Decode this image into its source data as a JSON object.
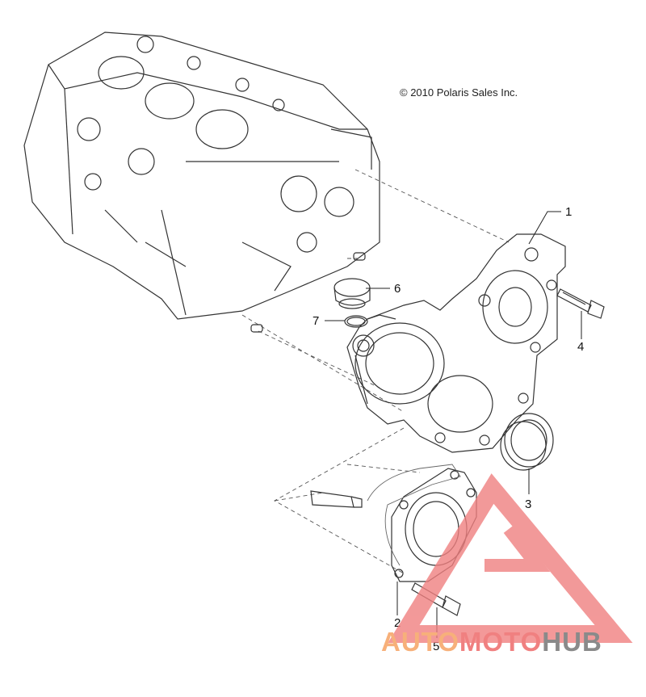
{
  "copyright": "© 2010 Polaris Sales Inc.",
  "callouts": {
    "c1": "1",
    "c2": "2",
    "c3": "3",
    "c4": "4",
    "c5": "5",
    "c6": "6",
    "c7": "7"
  },
  "watermark": {
    "part1": "AUTO",
    "part2": "MOTO",
    "part3": "HUB",
    "color_orange": "#f7b07a",
    "color_red": "#f08080",
    "color_gray": "#8a8a8a"
  }
}
